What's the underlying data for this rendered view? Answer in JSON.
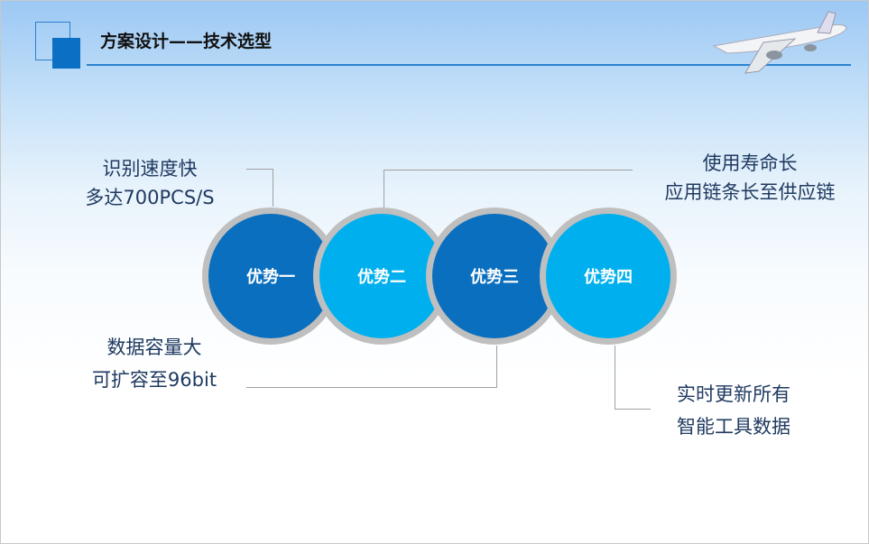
{
  "header": {
    "title": "方案设计——技术选型"
  },
  "circles": [
    "优势一",
    "优势二",
    "优势三",
    "优势四"
  ],
  "callouts": {
    "one": [
      "识别速度快",
      "多达700PCS/S"
    ],
    "two": [
      "使用寿命长",
      "应用链条长至供应链"
    ],
    "three": [
      "数据容量大",
      "可扩容至96bit"
    ],
    "four": [
      "实时更新所有",
      "智能工具数据"
    ]
  },
  "colors": {
    "dark": "#0a6fbe",
    "light": "#00b0ee",
    "ring": "#bfbfbf"
  }
}
